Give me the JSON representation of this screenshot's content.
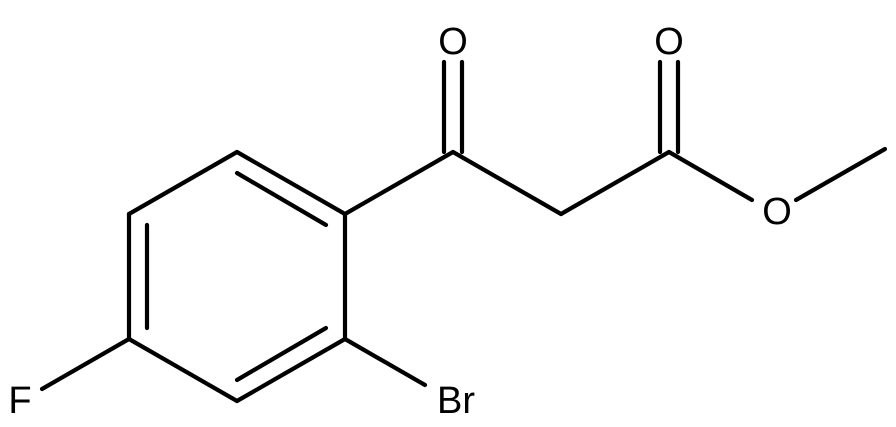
{
  "molecule": {
    "atoms": {
      "carbonyl_oxygen": "O",
      "ester_carbonyl_oxygen": "O",
      "ester_oxygen": "O",
      "fluorine": "F",
      "bromine": "Br"
    }
  },
  "colors": {
    "background": "#ffffff",
    "bond": "#000000",
    "label": "#000000"
  }
}
